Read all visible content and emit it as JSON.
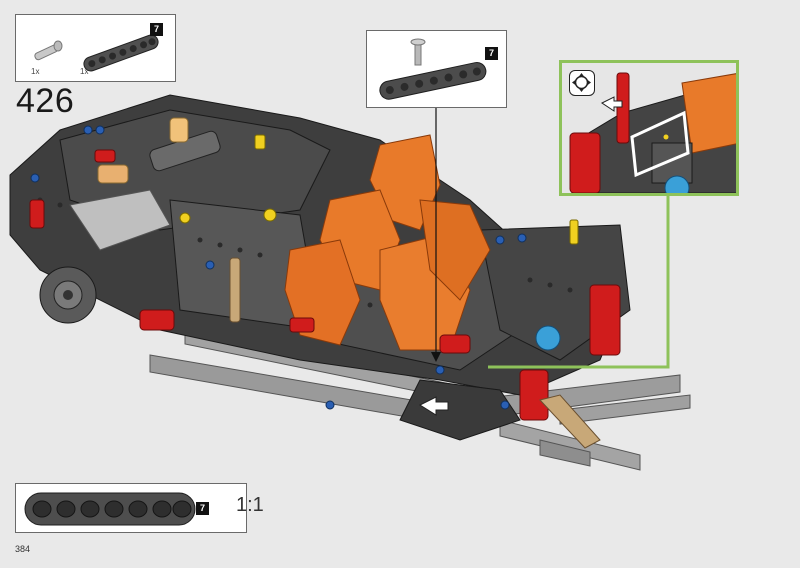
{
  "step": {
    "number": "426"
  },
  "parts_list": {
    "items": [
      {
        "name": "axle-pin",
        "quantity": "1x"
      },
      {
        "name": "beam-7",
        "quantity": "1x",
        "badge": "7"
      }
    ]
  },
  "callout": {
    "badge": "7"
  },
  "scale_reference": {
    "badge": "7",
    "scale_label": "1:1"
  },
  "page": {
    "number": "384"
  },
  "colors": {
    "background": "#e9e9e9",
    "inset_border": "#8ec25a",
    "beam_dark": "#4a4a4a",
    "beam_light": "#9a9a9a",
    "orange": "#e87a2a",
    "red": "#d01c1c",
    "blue": "#2a5fb3",
    "yellow": "#f0d020"
  }
}
